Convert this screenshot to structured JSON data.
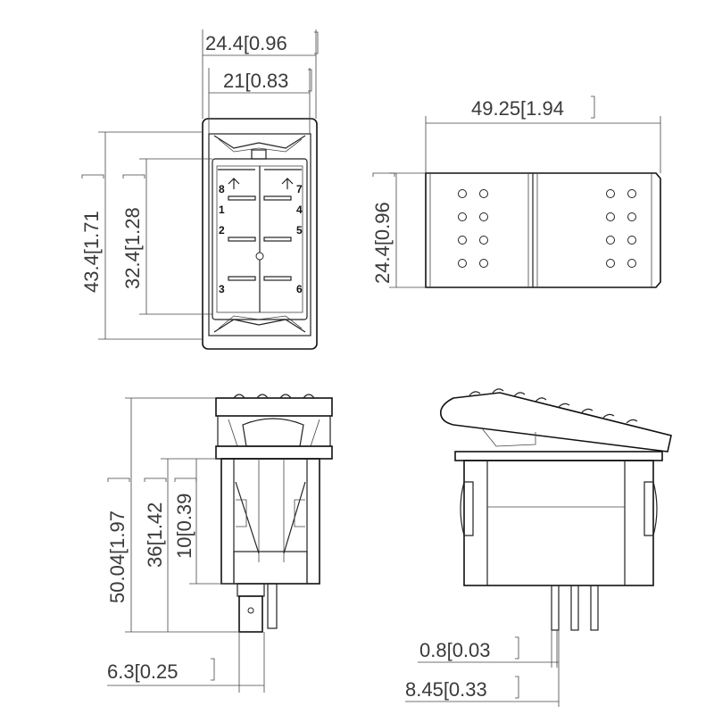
{
  "dimensions": {
    "front_width_outer": "24.4[0.96",
    "front_width_inner": "21[0.83",
    "front_height_outer": "43.4[1.71",
    "front_height_inner": "32.4[1.28",
    "top_length": "49.25[1.94",
    "top_height": "24.4[0.96",
    "side_total": "50.04[1.97",
    "side_mid": "36[1.42",
    "side_small": "10[0.39",
    "terminal_width": "6.3[0.25",
    "terminal_thickness": "0.8[0.03",
    "terminal_spacing": "8.45[0.33"
  },
  "pins": {
    "p8": "8",
    "p7": "7",
    "p1": "1",
    "p4": "4",
    "p2": "2",
    "p5": "5",
    "p3": "3",
    "p6": "6"
  }
}
